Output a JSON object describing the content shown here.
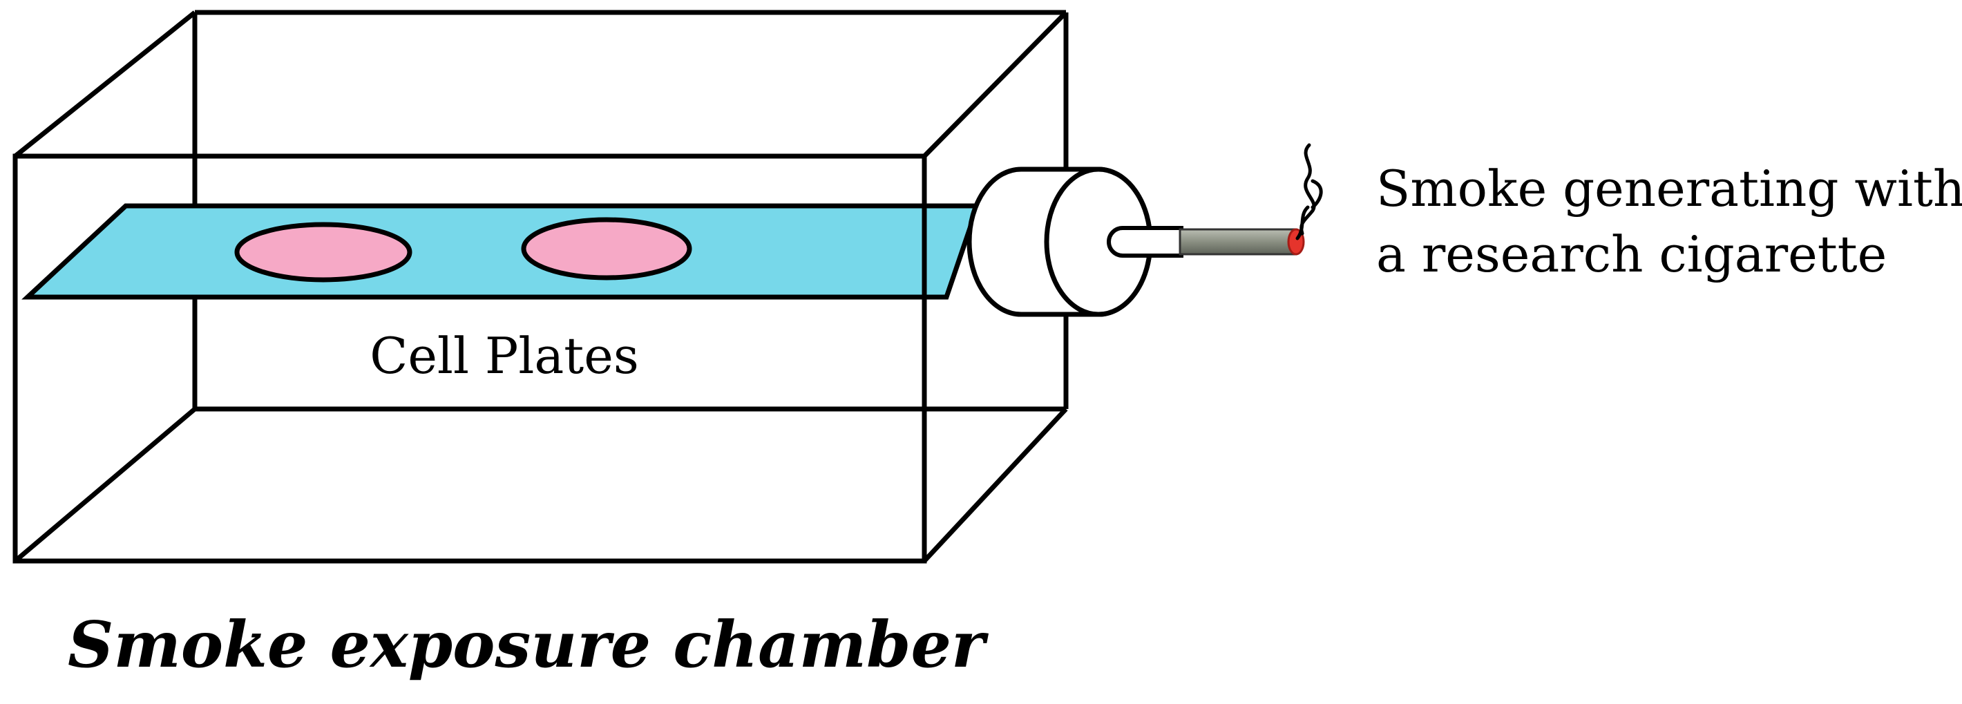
{
  "diagram": {
    "title": "Smoke exposure chamber",
    "plates_label": "Cell Plates",
    "smoke_label_line1": "Smoke generating with",
    "smoke_label_line2": "a research cigarette"
  },
  "colors": {
    "plate_tray": "#77d8ea",
    "cell_plate": "#f6a9c6",
    "cigarette_body": "#8a8f82",
    "cigarette_tip": "#e5342c",
    "line": "#000000"
  }
}
